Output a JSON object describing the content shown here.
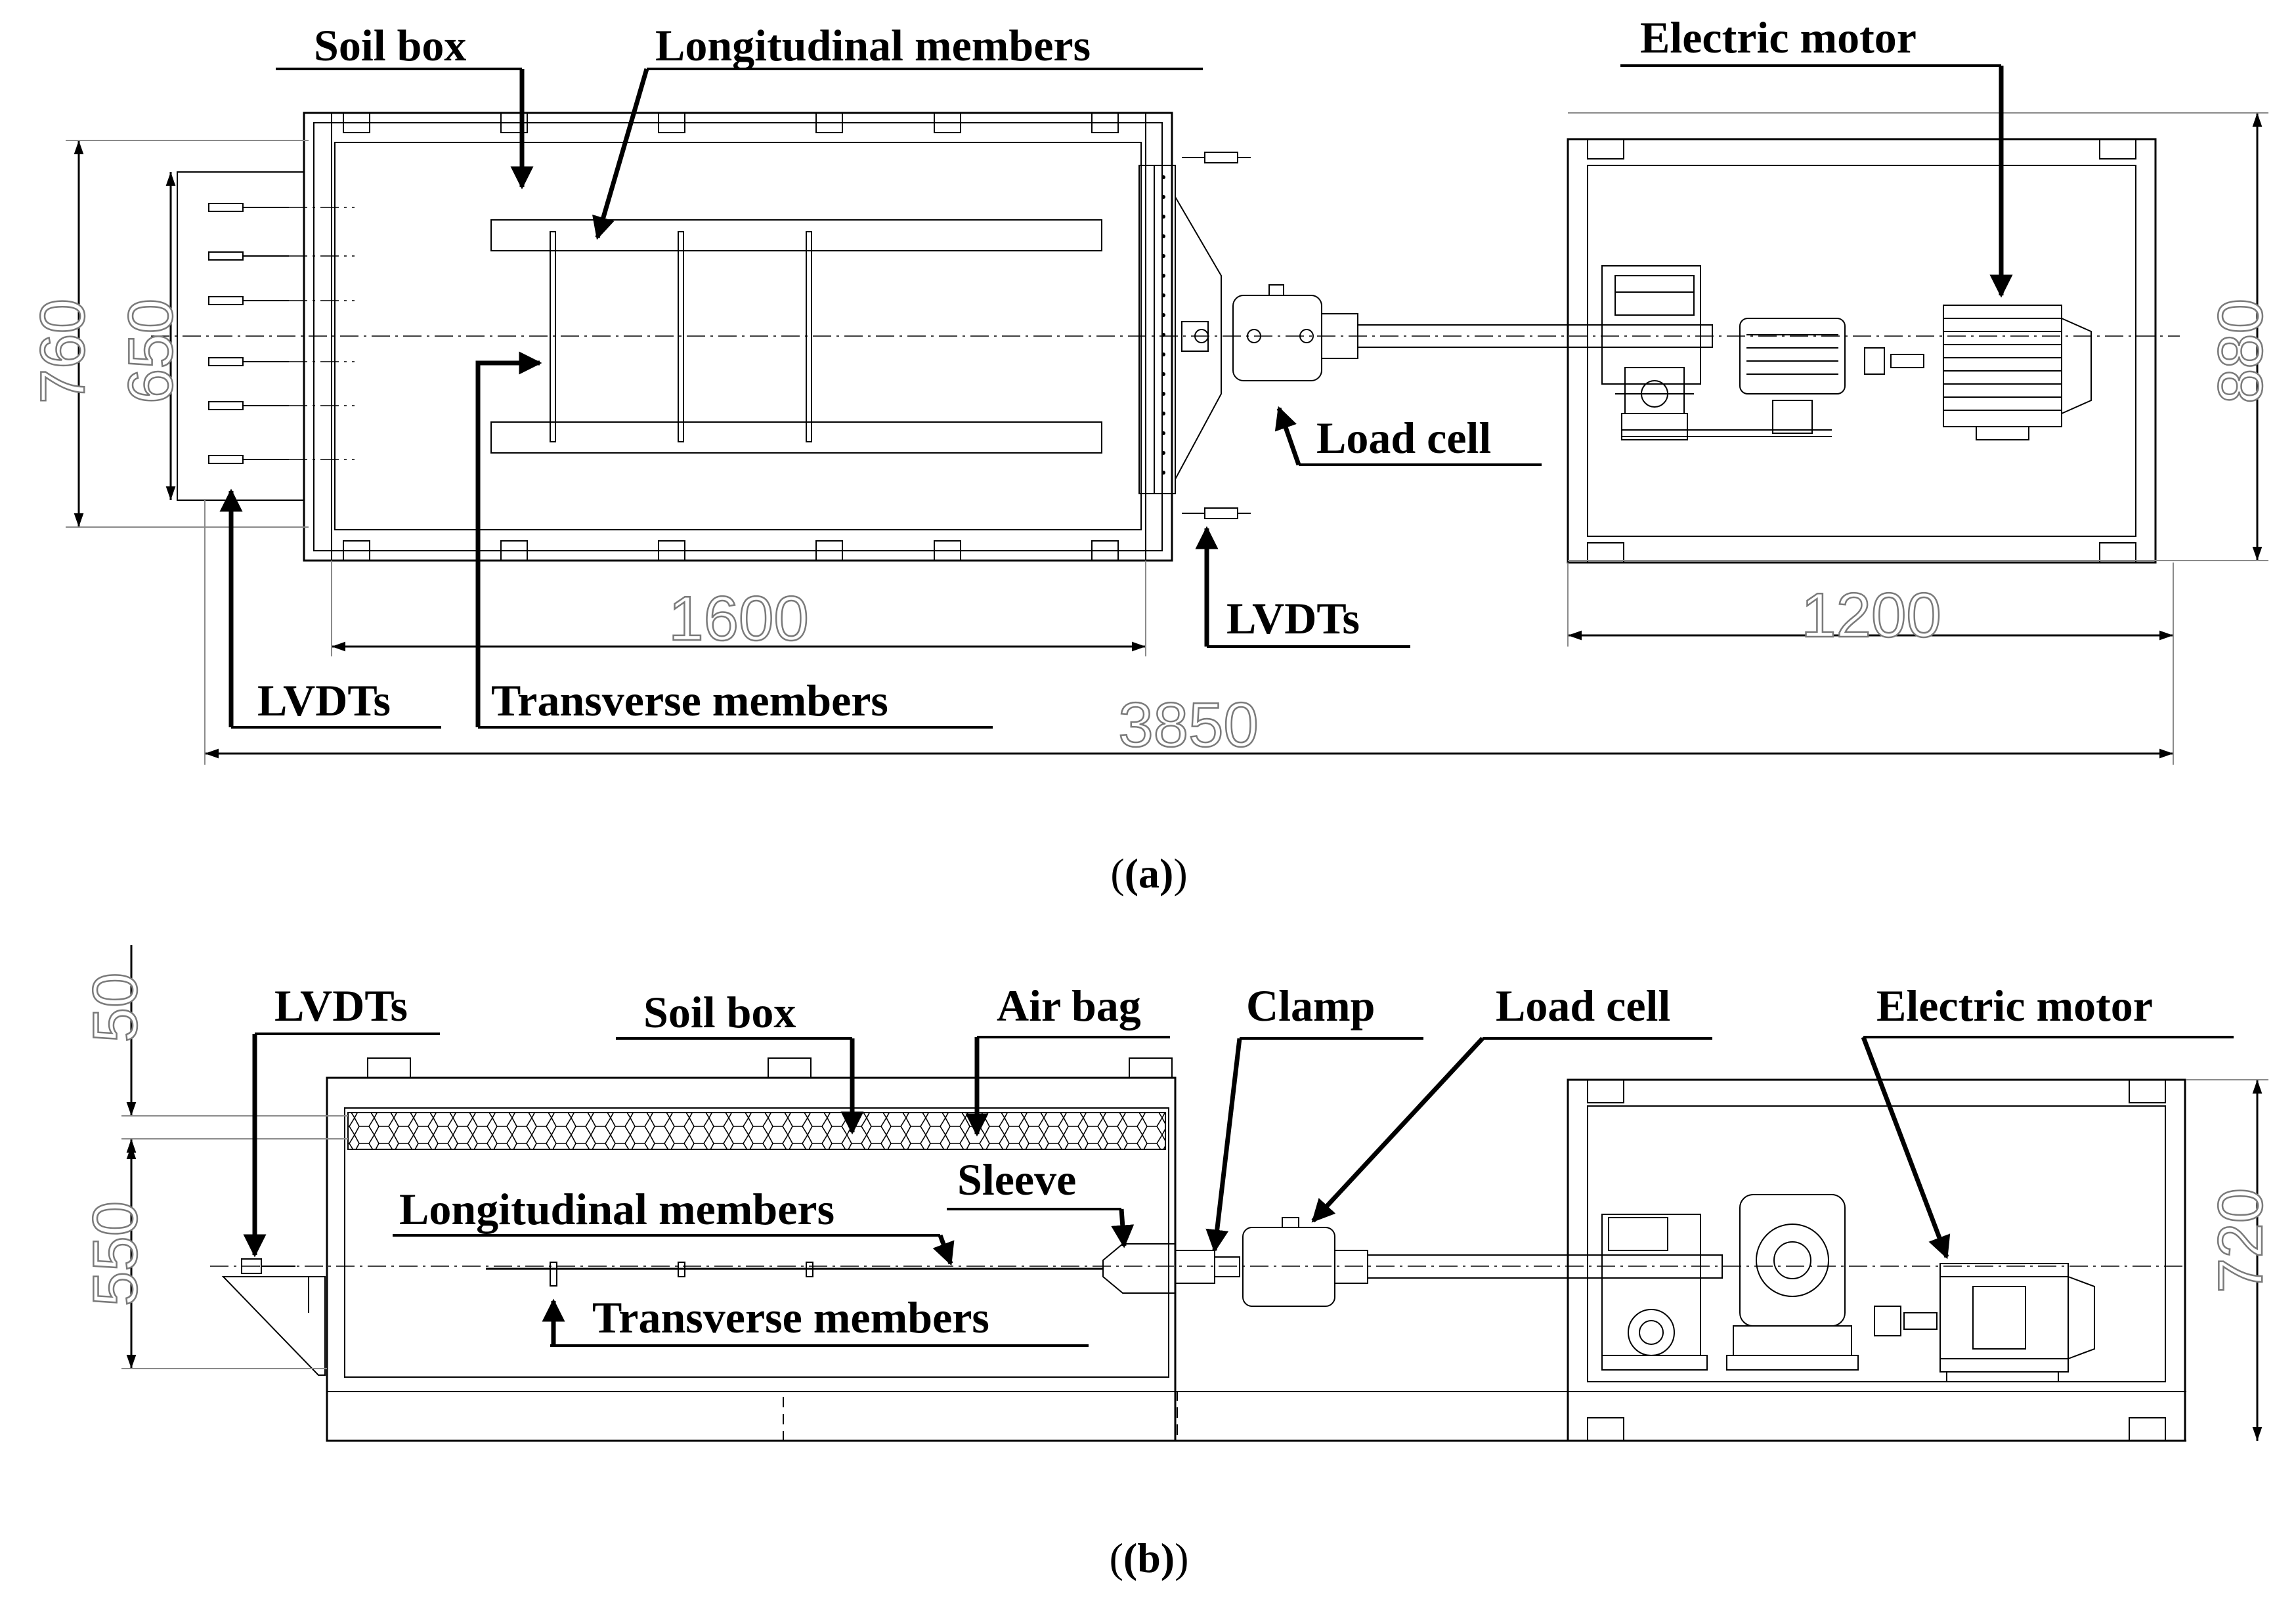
{
  "panel_a": {
    "caption": "(a)",
    "labels": {
      "soil_box": "Soil box",
      "longitudinal_members": "Longitudinal members",
      "electric_motor": "Electric motor",
      "load_cell": "Load cell",
      "lvdts_right": "LVDTs",
      "lvdts_left": "LVDTs",
      "transverse_members": "Transverse members"
    },
    "dimensions": {
      "d760": "760",
      "d650": "650",
      "d880": "880",
      "d1600": "1600",
      "d1200": "1200",
      "d3850": "3850"
    }
  },
  "panel_b": {
    "caption": "(b)",
    "labels": {
      "lvdts": "LVDTs",
      "soil_box": "Soil box",
      "air_bag": "Air bag",
      "clamp": "Clamp",
      "load_cell": "Load cell",
      "electric_motor": "Electric motor",
      "longitudinal_members": "Longitudinal members",
      "sleeve": "Sleeve",
      "transverse_members": "Transverse members"
    },
    "dimensions": {
      "d50": "50",
      "d550": "550",
      "d720": "720"
    }
  }
}
